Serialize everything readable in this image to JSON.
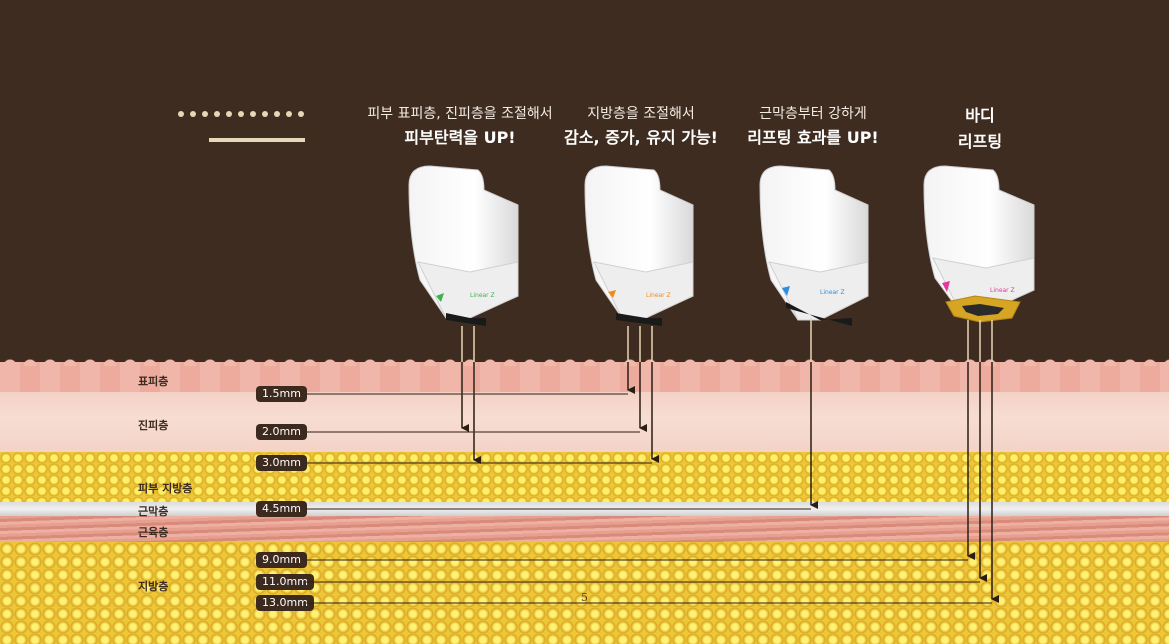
{
  "captions": [
    {
      "sub": "피부 표피층, 진피층을 조절해서",
      "main": "피부탄력을 UP!"
    },
    {
      "sub": "지방층을 조절해서",
      "main": "감소, 증가, 유지 가능!"
    },
    {
      "sub": "근막층부터 강하게",
      "main": "리프팅 효과를 UP!"
    },
    {
      "sub": "바디",
      "main": "리프팅"
    }
  ],
  "layers": [
    "표피층",
    "진피층",
    "피부 지방층",
    "근막층",
    "근육층",
    "지방층"
  ],
  "depths": [
    "1.5mm",
    "2.0mm",
    "3.0mm",
    "4.5mm",
    "9.0mm",
    "11.0mm",
    "13.0mm"
  ],
  "device_brand": "Linear Z",
  "page_mark": "5",
  "colors": {
    "background": "#3f2c20",
    "accent": "#e6d7b6",
    "fat": "#eec63a",
    "skin": "#f0b6a9",
    "label_bg": "#3d2a1e"
  },
  "tip_colors": [
    "#3db24a",
    "#f08a1c",
    "#2e8fe0",
    "#e0399a"
  ]
}
